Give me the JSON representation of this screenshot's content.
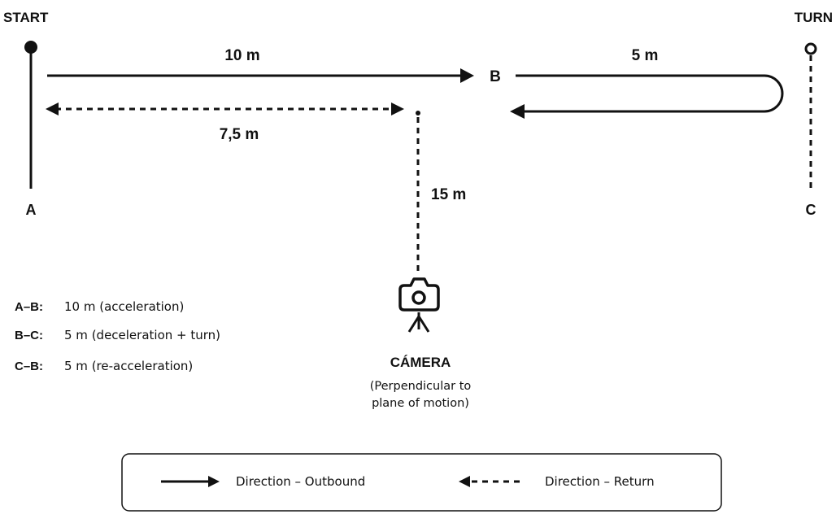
{
  "labels": {
    "start": "START",
    "turn": "TURN",
    "point_a": "A",
    "point_b": "B",
    "point_c": "C"
  },
  "distances": {
    "outbound": "10 m",
    "turn_loop": "5 m",
    "camera_offset": "7,5 m",
    "camera_distance": "15 m"
  },
  "segments": [
    {
      "key": "A–B:",
      "value": "10 m (acceleration)"
    },
    {
      "key": "B–C:",
      "value": "5 m (deceleration + turn)"
    },
    {
      "key": "C–B:",
      "value": "5 m (re-acceleration)"
    }
  ],
  "camera": {
    "title": "CÁMERA",
    "note_line1": "(Perpendicular to",
    "note_line2": "plane of motion)"
  },
  "legend": {
    "outbound": "Direction – Outbound",
    "return": "Direction – Return"
  },
  "colors": {
    "ink": "#111111",
    "background": "#ffffff"
  }
}
